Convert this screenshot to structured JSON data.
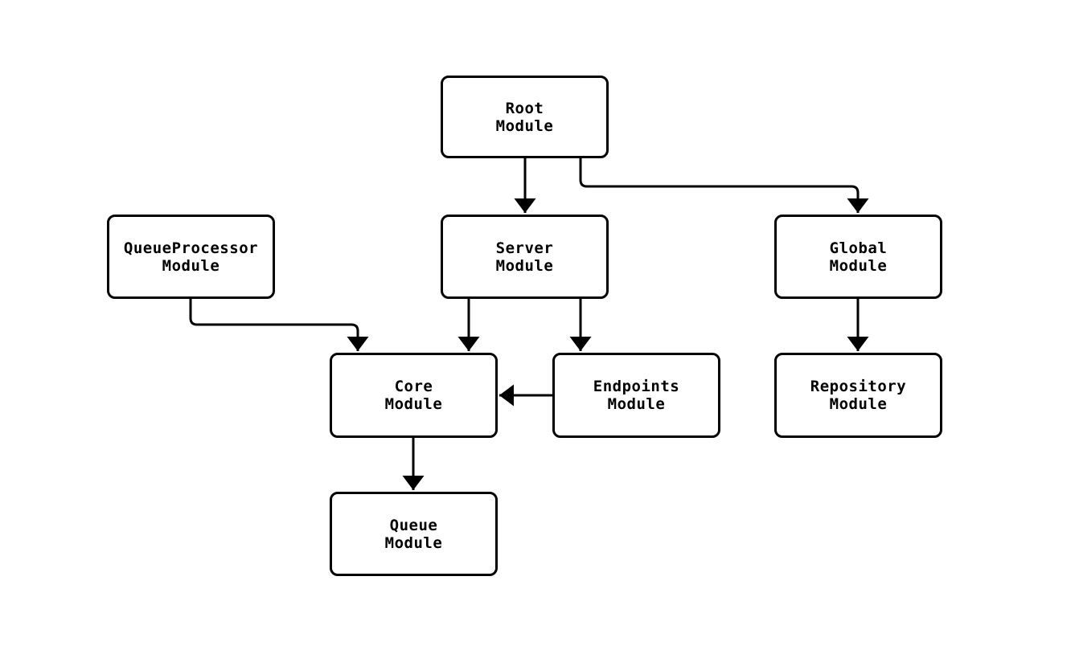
{
  "diagram": {
    "type": "flowchart",
    "background": "#ffffff",
    "node_fill": "#ffffff",
    "node_border_color": "#000000",
    "edge_color": "#000000",
    "text_color": "#000000",
    "nodes": {
      "root": {
        "line1": "Root",
        "line2": "Module"
      },
      "queueprocessor": {
        "line1": "QueueProcessor",
        "line2": "Module"
      },
      "server": {
        "line1": "Server",
        "line2": "Module"
      },
      "global": {
        "line1": "Global",
        "line2": "Module"
      },
      "core": {
        "line1": "Core",
        "line2": "Module"
      },
      "endpoints": {
        "line1": "Endpoints",
        "line2": "Module"
      },
      "repository": {
        "line1": "Repository",
        "line2": "Module"
      },
      "queue": {
        "line1": "Queue",
        "line2": "Module"
      }
    },
    "edges": [
      {
        "from": "Root Module",
        "to": "Server Module"
      },
      {
        "from": "Root Module",
        "to": "Global Module"
      },
      {
        "from": "QueueProcessor Module",
        "to": "Core Module"
      },
      {
        "from": "Server Module",
        "to": "Core Module"
      },
      {
        "from": "Server Module",
        "to": "Endpoints Module"
      },
      {
        "from": "Endpoints Module",
        "to": "Core Module"
      },
      {
        "from": "Global Module",
        "to": "Repository Module"
      },
      {
        "from": "Core Module",
        "to": "Queue Module"
      }
    ]
  }
}
